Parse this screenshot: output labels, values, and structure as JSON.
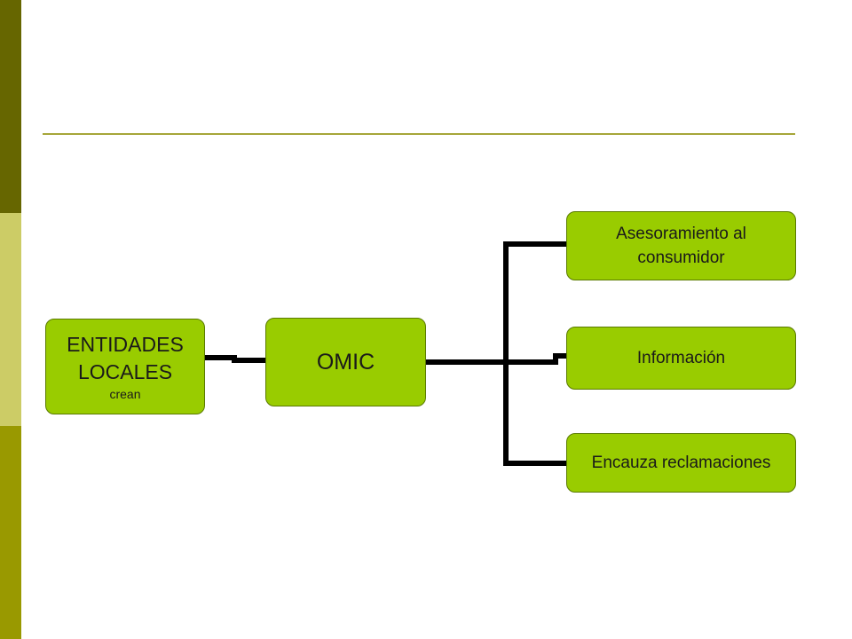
{
  "slide": {
    "palette": {
      "band_top": "#666600",
      "band_mid": "#cccc66",
      "band_bottom": "#999900",
      "rule": "#a6a639",
      "node_fill": "#99cc00",
      "connector": "#000000"
    }
  },
  "diagram": {
    "root": {
      "line1": "ENTIDADES",
      "line2": "LOCALES",
      "sub": "crean"
    },
    "center": {
      "label": "OMIC"
    },
    "leaves": [
      {
        "line1": "Asesoramiento al",
        "line2": "consumidor"
      },
      {
        "line1": "Información"
      },
      {
        "line1": "Encauza reclamaciones"
      }
    ]
  }
}
